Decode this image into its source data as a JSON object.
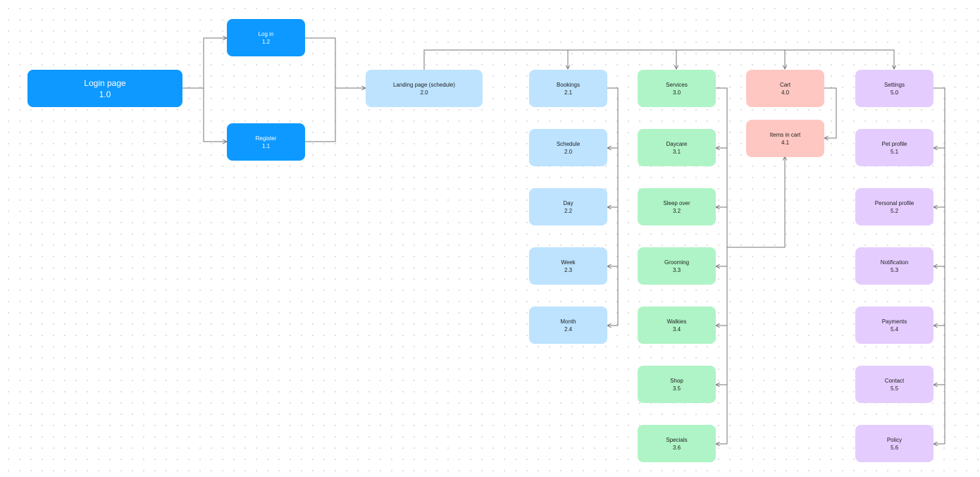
{
  "colors": {
    "primary": "#0d99ff",
    "blue": "#bde3ff",
    "green": "#aff4c6",
    "red": "#ffc7c2",
    "purple": "#e4ccff",
    "connector": "#757575"
  },
  "nodes": {
    "login_page": {
      "title": "Login page",
      "code": "1.0"
    },
    "log_in": {
      "title": "Log in",
      "code": "1.2"
    },
    "register": {
      "title": "Register",
      "code": "1.1"
    },
    "landing": {
      "title": "Landing page (schedule)",
      "code": "2.0"
    },
    "bookings": {
      "title": "Bookings",
      "code": "2.1"
    },
    "schedule": {
      "title": "Schedule",
      "code": "2.0"
    },
    "day": {
      "title": "Day",
      "code": "2.2"
    },
    "week": {
      "title": "Week",
      "code": "2.3"
    },
    "month": {
      "title": "Month",
      "code": "2.4"
    },
    "services": {
      "title": "Services",
      "code": "3.0"
    },
    "daycare": {
      "title": "Daycare",
      "code": "3.1"
    },
    "sleep_over": {
      "title": "Sleep over",
      "code": "3.2"
    },
    "grooming": {
      "title": "Grooming",
      "code": "3.3"
    },
    "walkies": {
      "title": "Walkies",
      "code": "3.4"
    },
    "shop": {
      "title": "Shop",
      "code": "3.5"
    },
    "specials": {
      "title": "Specials",
      "code": "3.6"
    },
    "cart": {
      "title": "Cart",
      "code": "4.0"
    },
    "items_in_cart": {
      "title": "Items in cart",
      "code": "4.1"
    },
    "settings": {
      "title": "Settings",
      "code": "5.0"
    },
    "pet_profile": {
      "title": "Pet profile",
      "code": "5.1"
    },
    "personal_profile": {
      "title": "Personal profile",
      "code": "5.2"
    },
    "notification": {
      "title": "Notification",
      "code": "5.3"
    },
    "payments": {
      "title": "Payments",
      "code": "5.4"
    },
    "contact": {
      "title": "Contact",
      "code": "5.5"
    },
    "policy": {
      "title": "Policy",
      "code": "5.6"
    }
  }
}
